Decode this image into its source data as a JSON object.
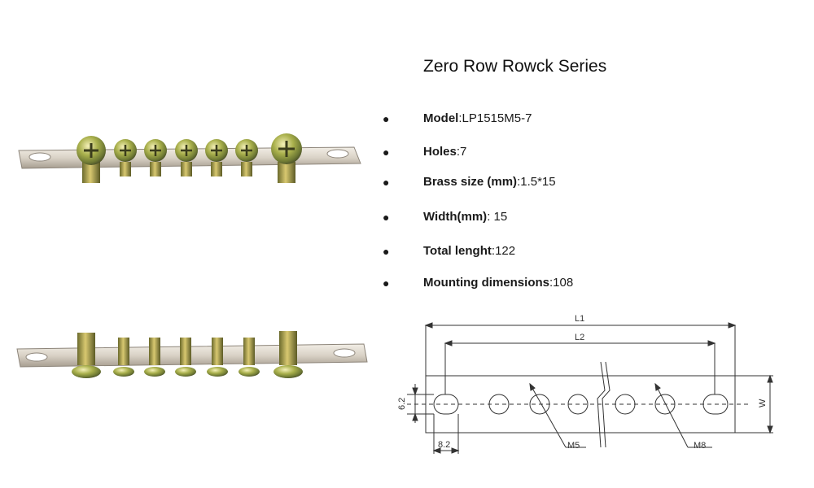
{
  "title": "Zero Row Rowck Series",
  "bullet": "●",
  "specs": [
    {
      "label": "Model",
      "value": "LP1515M5-7"
    },
    {
      "label": "Holes",
      "value": "7"
    },
    {
      "label": "Brass size (mm)",
      "value": "1.5*15"
    },
    {
      "label": "Width(mm)",
      "value": " 15"
    },
    {
      "label": "Total lenght",
      "value": "122"
    },
    {
      "label": "Mounting dimensions",
      "value": "108"
    }
  ],
  "drawing": {
    "l1": "L1",
    "l2": "L2",
    "w": "W",
    "hole_height": "6.2",
    "hole_offset": "8.2",
    "small_thread": "M5",
    "large_thread": "M8"
  }
}
